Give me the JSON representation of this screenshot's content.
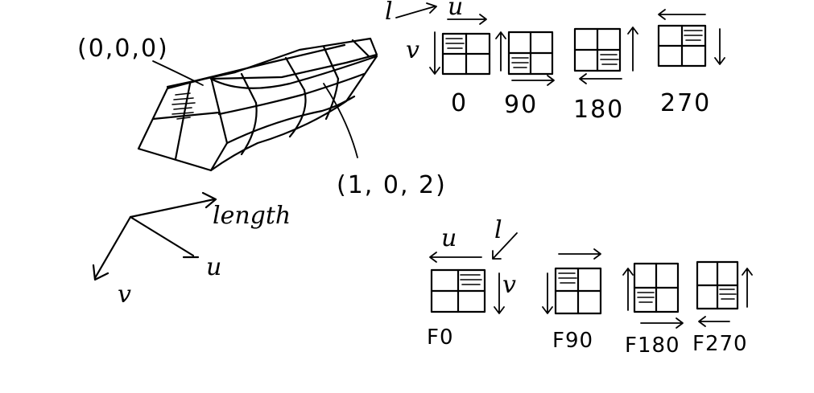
{
  "origin_label": "(0,0,0)",
  "end_label": "(1, 0, 2)",
  "axes": {
    "length": "length",
    "u": "u",
    "v": "v"
  },
  "legend_axes": {
    "l": "l",
    "u": "u",
    "v": "v"
  },
  "rotations": [
    "0",
    "90",
    "180",
    "270"
  ],
  "flipped_rotations": [
    "F0",
    "F90",
    "F180",
    "F270"
  ]
}
